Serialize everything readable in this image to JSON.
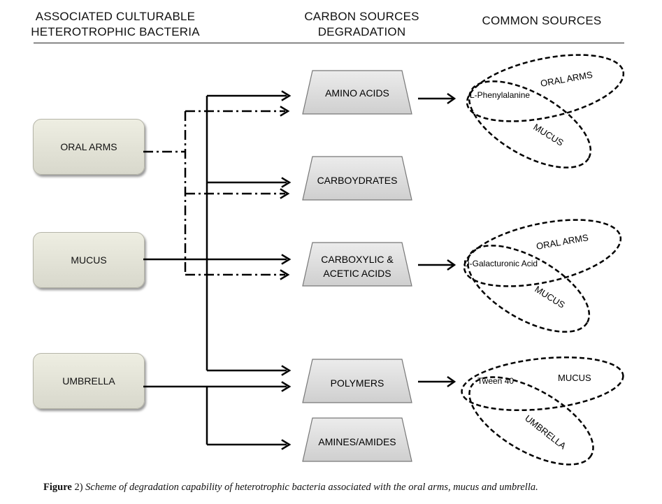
{
  "headers": {
    "bacteria": [
      "ASSOCIATED CULTURABLE",
      "HETEROTROPHIC BACTERIA"
    ],
    "carbon": [
      "CARBON SOURCES",
      "DEGRADATION"
    ],
    "common": "COMMON SOURCES"
  },
  "sources": {
    "oral_arms": "ORAL ARMS",
    "mucus": "MUCUS",
    "umbrella": "UMBRELLA"
  },
  "carbon_sources": {
    "amino_acids": "AMINO ACIDS",
    "carbohydrates": "CARBOYDRATES",
    "carboxylic": [
      "CARBOXYLIC &",
      "ACETIC ACIDS"
    ],
    "polymers": "POLYMERS",
    "amines": "AMINES/AMIDES"
  },
  "common_sources": {
    "group1": {
      "compound": "L-Phenylalanine",
      "ellipse_a": "ORAL ARMS",
      "ellipse_b": "MUCUS"
    },
    "group2": {
      "compound": "D-Galacturonic Acid",
      "ellipse_a": "ORAL ARMS",
      "ellipse_b": "MUCUS"
    },
    "group3": {
      "compound": "Tween 40",
      "ellipse_a": "MUCUS",
      "ellipse_b": "UMBRELLA"
    }
  },
  "caption": {
    "label": "Figure",
    "number": "2)",
    "text": "Scheme of degradation capability of heterotrophic bacteria associated with the oral arms, mucus and umbrella."
  }
}
